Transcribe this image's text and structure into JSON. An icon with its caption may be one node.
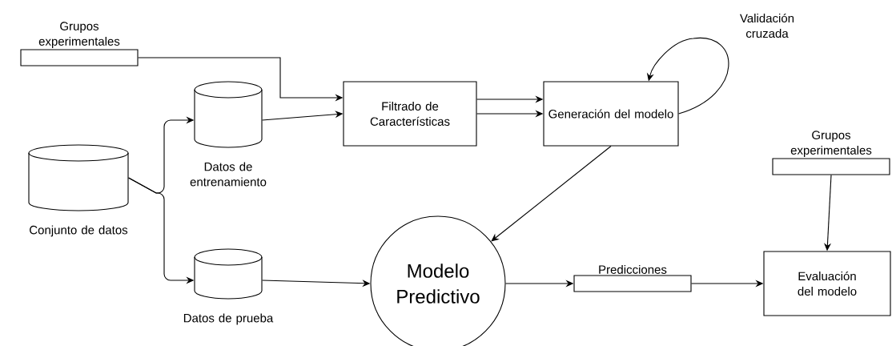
{
  "diagram": {
    "nodes": [
      {
        "text": [
          "Grupos experimentales"
        ]
      },
      {
        "text": [
          "Conjunto de datos"
        ]
      },
      {
        "text": [
          "Datos de entrenamiento"
        ]
      },
      {
        "text": [
          "Datos de prueba"
        ]
      },
      {
        "text": [
          "Filtrado de Características"
        ]
      },
      {
        "text": [
          "Generación del modelo"
        ]
      },
      {
        "text": [
          "Modelo Predictivo"
        ]
      },
      {
        "text": [
          "Predicciones"
        ]
      },
      {
        "text": [
          "Grupos experimentales"
        ]
      },
      {
        "text": [
          "Evaluación del modelo"
        ]
      }
    ],
    "edges": [
      {
        "from": 0,
        "to": 4,
        "arrow": "to"
      },
      {
        "from": 1,
        "to": 2,
        "arrow": "to"
      },
      {
        "from": 1,
        "to": 3,
        "arrow": "to"
      },
      {
        "from": 2,
        "to": 4,
        "arrow": "to"
      },
      {
        "from": 4,
        "to": 5,
        "arrow": "to"
      },
      {
        "from": 4,
        "to": 5,
        "arrow": "to"
      },
      {
        "from": 5,
        "to": 5,
        "arrow": "to",
        "label": "Validación cruzada"
      },
      {
        "from": 5,
        "to": 6,
        "arrow": "to"
      },
      {
        "from": 3,
        "to": 6,
        "arrow": "to"
      },
      {
        "from": 6,
        "to": 7,
        "arrow": "to"
      },
      {
        "from": 7,
        "to": 9,
        "arrow": "to"
      },
      {
        "from": 8,
        "to": 9,
        "arrow": "to"
      }
    ]
  }
}
